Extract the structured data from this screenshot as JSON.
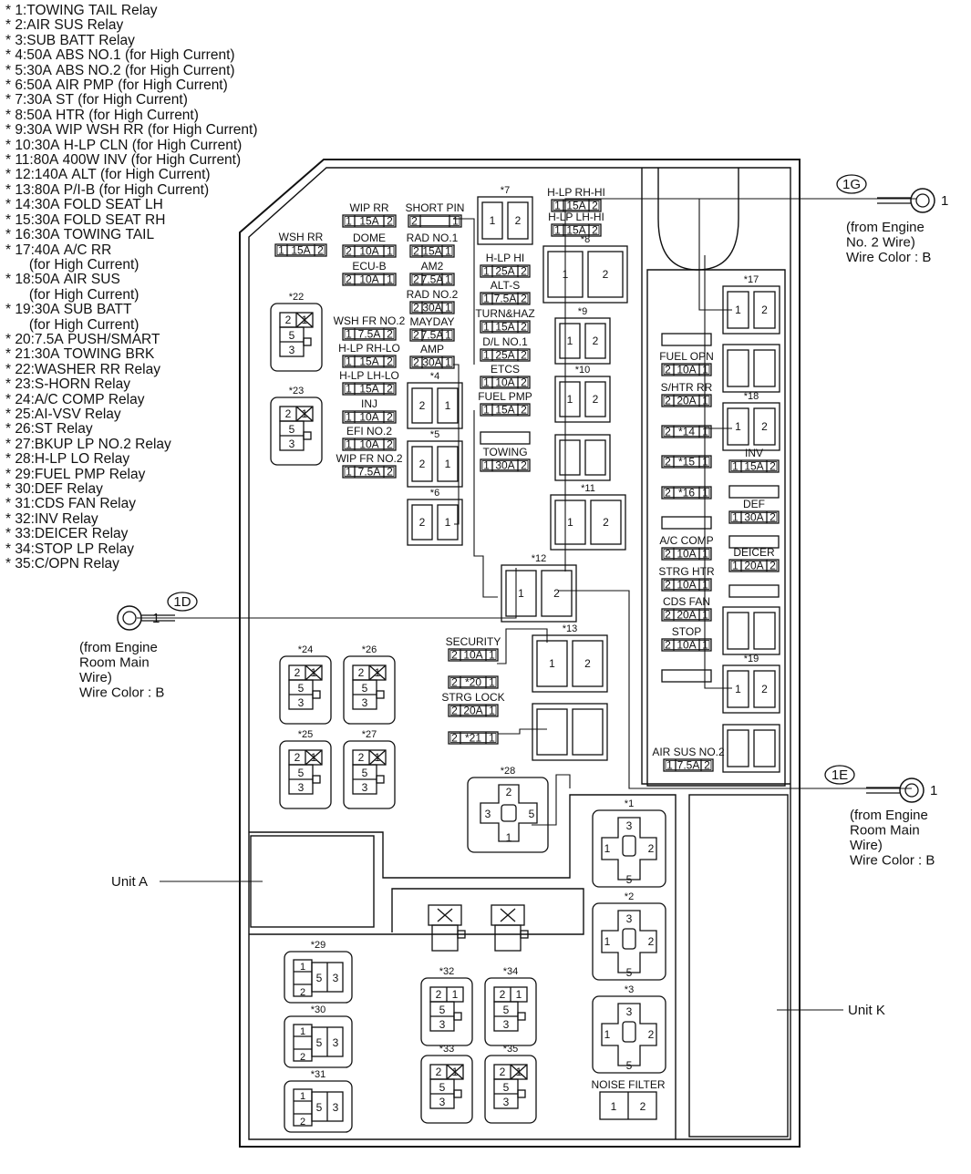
{
  "legend": [
    "* 1:TOWING TAIL Relay",
    "* 2:AIR SUS Relay",
    "* 3:SUB BATT Relay",
    "* 4:50A ABS NO.1 (for High Current)",
    "* 5:30A ABS NO.2 (for High Current)",
    "* 6:50A AIR PMP (for High Current)",
    "* 7:30A ST (for High Current)",
    "* 8:50A HTR (for High Current)",
    "* 9:30A WIP WSH RR (for High Current)",
    "* 10:30A H-LP CLN (for High Current)",
    "* 11:80A 400W INV (for High Current)",
    "* 12:140A ALT (for High Current)",
    "* 13:80A P/I-B (for High Current)",
    "* 14:30A FOLD SEAT LH",
    "* 15:30A FOLD SEAT RH",
    "* 16:30A TOWING TAIL",
    "* 17:40A A/C RR",
    "      (for High Current)",
    "* 18:50A AIR SUS",
    "      (for High Current)",
    "* 19:30A SUB BATT",
    "      (for High Current)",
    "* 20:7.5A PUSH/SMART",
    "* 21:30A TOWING BRK",
    "* 22:WASHER RR Relay",
    "* 23:S-HORN Relay",
    "* 24:A/C COMP Relay",
    "* 25:AI-VSV Relay",
    "* 26:ST Relay",
    "* 27:BKUP LP NO.2 Relay",
    "* 28:H-LP LO Relay",
    "* 29:FUEL PMP Relay",
    "* 30:DEF Relay",
    "* 31:CDS FAN Relay",
    "* 32:INV Relay",
    "* 33:DEICER Relay",
    "* 34:STOP LP Relay",
    "* 35:C/OPN Relay"
  ],
  "connectors": [
    {
      "id": "1G",
      "pin": "1",
      "lines": [
        "(from Engine",
        "No. 2 Wire)",
        "Wire Color : B"
      ]
    },
    {
      "id": "1D",
      "pin": "1",
      "lines": [
        "(from Engine",
        "Room Main",
        "Wire)",
        "Wire Color : B"
      ]
    },
    {
      "id": "1E",
      "pin": "1",
      "lines": [
        "(from Engine",
        "Room Main",
        "Wire)",
        "Wire Color : B"
      ]
    }
  ],
  "units": {
    "a": "Unit A",
    "k": "Unit K"
  },
  "noise_filter": "NOISE FILTER",
  "fuses_left": [
    {
      "name": "WIP RR",
      "pins": [
        "1",
        "15A",
        "2"
      ]
    },
    {
      "name": "DOME",
      "pins": [
        "2",
        "10A",
        "1"
      ]
    },
    {
      "name": "ECU-B",
      "pins": [
        "2",
        "10A",
        "1"
      ]
    },
    {
      "name": "WSH RR",
      "pins": [
        "1",
        "15A",
        "2"
      ]
    },
    {
      "name": "WSH FR NO.2",
      "pins": [
        "1",
        "7.5A",
        "2"
      ]
    },
    {
      "name": "H-LP RH-LO",
      "pins": [
        "1",
        "15A",
        "2"
      ]
    },
    {
      "name": "H-LP LH-LO",
      "pins": [
        "1",
        "15A",
        "2"
      ]
    },
    {
      "name": "INJ",
      "pins": [
        "1",
        "10A",
        "2"
      ]
    },
    {
      "name": "EFI NO.2",
      "pins": [
        "1",
        "10A",
        "2"
      ]
    },
    {
      "name": "WIP FR NO.2",
      "pins": [
        "1",
        "7.5A",
        "2"
      ]
    }
  ],
  "fuses_mid": [
    {
      "name": "SHORT PIN",
      "pins": [
        "2",
        "",
        "1"
      ]
    },
    {
      "name": "RAD NO.1",
      "pins": [
        "2",
        "15A",
        "1"
      ]
    },
    {
      "name": "AM2",
      "pins": [
        "2",
        "7.5A",
        "1"
      ]
    },
    {
      "name": "RAD NO.2",
      "pins": [
        "2",
        "30A",
        "1"
      ]
    },
    {
      "name": "MAYDAY",
      "pins": [
        "2",
        "7.5A",
        "1"
      ]
    },
    {
      "name": "AMP",
      "pins": [
        "2",
        "30A",
        "1"
      ]
    }
  ],
  "fuses_center": [
    {
      "name": "H-LP HI",
      "pins": [
        "1",
        "25A",
        "2"
      ]
    },
    {
      "name": "ALT-S",
      "pins": [
        "1",
        "7.5A",
        "2"
      ]
    },
    {
      "name": "TURN&HAZ",
      "pins": [
        "1",
        "15A",
        "2"
      ]
    },
    {
      "name": "D/L NO.1",
      "pins": [
        "1",
        "25A",
        "2"
      ]
    },
    {
      "name": "ETCS",
      "pins": [
        "1",
        "10A",
        "2"
      ]
    },
    {
      "name": "FUEL PMP",
      "pins": [
        "1",
        "15A",
        "2"
      ]
    },
    {
      "name": "TOWING",
      "pins": [
        "1",
        "30A",
        "2"
      ]
    }
  ],
  "fuses_top": [
    {
      "name": "H-LP RH-HI",
      "pins": [
        "1",
        "15A",
        "2"
      ]
    },
    {
      "name": "H-LP LH-HI",
      "pins": [
        "1",
        "15A",
        "2"
      ]
    }
  ],
  "fuses_right": [
    {
      "name": "FUEL OPN",
      "pins": [
        "2",
        "10A",
        "1"
      ]
    },
    {
      "name": "S/HTR RR",
      "pins": [
        "2",
        "20A",
        "1"
      ]
    },
    {
      "name": "",
      "pins": [
        "2",
        "*14",
        "1"
      ]
    },
    {
      "name": "",
      "pins": [
        "2",
        "*15",
        "1"
      ]
    },
    {
      "name": "",
      "pins": [
        "2",
        "*16",
        "1"
      ]
    },
    {
      "name": "A/C COMP",
      "pins": [
        "2",
        "10A",
        "1"
      ]
    },
    {
      "name": "STRG HTR",
      "pins": [
        "2",
        "10A",
        "1"
      ]
    },
    {
      "name": "CDS FAN",
      "pins": [
        "2",
        "20A",
        "1"
      ]
    },
    {
      "name": "STOP",
      "pins": [
        "2",
        "10A",
        "1"
      ]
    }
  ],
  "fuses_far_right": [
    {
      "name": "INV",
      "pins": [
        "1",
        "15A",
        "2"
      ]
    },
    {
      "name": "DEF",
      "pins": [
        "1",
        "30A",
        "2"
      ]
    },
    {
      "name": "DEICER",
      "pins": [
        "1",
        "20A",
        "2"
      ]
    },
    {
      "name": "AIR SUS NO.2",
      "pins": [
        "1",
        "7.5A",
        "2"
      ]
    }
  ],
  "fuses_lower": [
    {
      "name": "SECURITY",
      "pins": [
        "2",
        "10A",
        "1"
      ]
    },
    {
      "name": "",
      "pins": [
        "2",
        "*20",
        "1"
      ]
    },
    {
      "name": "STRG LOCK",
      "pins": [
        "2",
        "20A",
        "1"
      ]
    },
    {
      "name": "",
      "pins": [
        "2",
        "*21",
        "1"
      ]
    }
  ]
}
